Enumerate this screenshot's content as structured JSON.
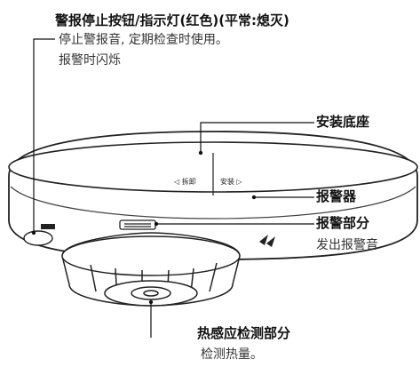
{
  "labels": {
    "stop_button_title": "警报停止按钮/指示灯(红色)(平常:熄灭)",
    "stop_button_desc_1": "停止警报音, 定期检查时使用。",
    "stop_button_desc_2": "报警时闪烁",
    "mounting_base": "安装底座",
    "alarm_unit": "报警器",
    "alarm_section": "报警部分",
    "alarm_section_desc": "发出报警音",
    "heat_sensor": "热感应检测部分",
    "heat_sensor_desc": "检测热量。"
  },
  "device_marks": {
    "remove": "◁ 拆卸",
    "install": "安装 ▷"
  }
}
